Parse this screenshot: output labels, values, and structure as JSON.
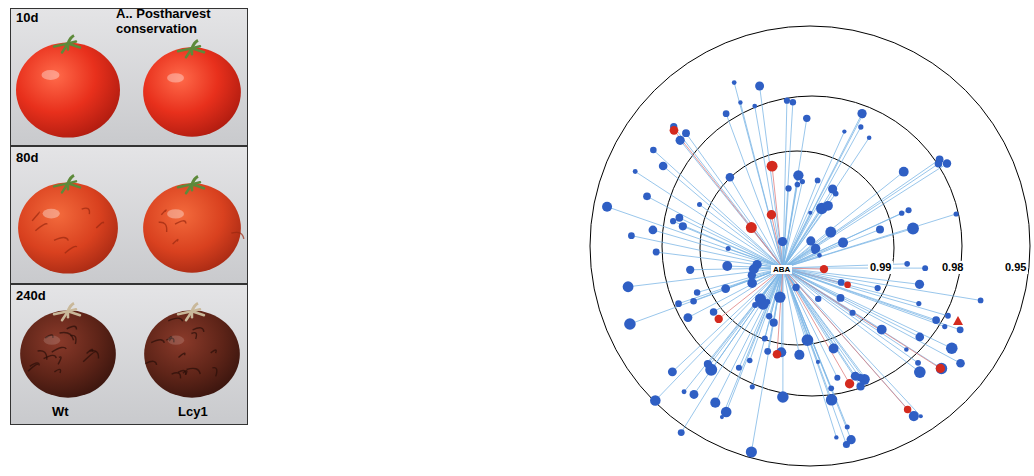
{
  "diagram": {
    "labels": [
      "10d",
      "A.. Postharvest conservation",
      "80d",
      "240d",
      "Wt",
      "Lcy1",
      "0.99",
      "0.98",
      "0.95",
      "ABA"
    ]
  }
}
